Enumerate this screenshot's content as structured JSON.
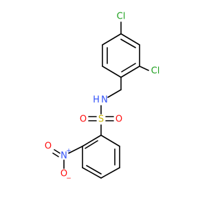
{
  "atoms": {
    "cl_top": "Cl",
    "cl_right": "Cl",
    "nh": "N",
    "h": "H",
    "s": "S",
    "o_left": "O",
    "o_right": "O",
    "n_nitro": "N",
    "n_charge": "+",
    "o_nitro_left": "O",
    "o_nitro_bottom": "O",
    "o_charge": "−"
  },
  "colors": {
    "bond": "#000000",
    "chlorine": "#1FA01F",
    "nitrogen": "#3050F8",
    "oxygen": "#FF0D0D",
    "sulfur": "#C8B400"
  }
}
